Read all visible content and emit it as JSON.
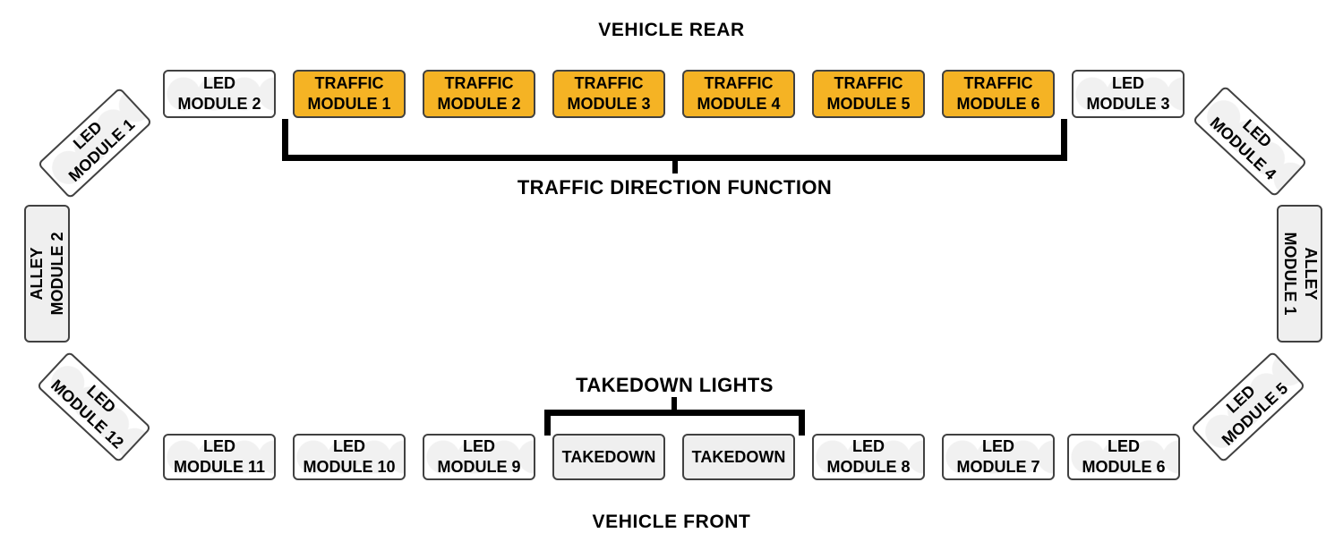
{
  "titles": {
    "rear": "VEHICLE REAR",
    "front": "VEHICLE FRONT"
  },
  "annotations": {
    "traffic_bracket_label": "TRAFFIC DIRECTION FUNCTION",
    "takedown_bracket_label": "TAKEDOWN LIGHTS"
  },
  "colors": {
    "traffic_fill": "#F5B324",
    "led_fill": "#FFFFFF",
    "gray_fill": "#EFEFEF",
    "lens": "#F1F1F1",
    "border": "#414141",
    "bracket": "#000000",
    "text": "#000000"
  },
  "modules": {
    "top_row": [
      {
        "line1": "LED",
        "line2": "MODULE 2",
        "type": "led"
      },
      {
        "line1": "TRAFFIC",
        "line2": "MODULE 1",
        "type": "traffic"
      },
      {
        "line1": "TRAFFIC",
        "line2": "MODULE 2",
        "type": "traffic"
      },
      {
        "line1": "TRAFFIC",
        "line2": "MODULE 3",
        "type": "traffic"
      },
      {
        "line1": "TRAFFIC",
        "line2": "MODULE 4",
        "type": "traffic"
      },
      {
        "line1": "TRAFFIC",
        "line2": "MODULE 5",
        "type": "traffic"
      },
      {
        "line1": "TRAFFIC",
        "line2": "MODULE 6",
        "type": "traffic"
      },
      {
        "line1": "LED",
        "line2": "MODULE 3",
        "type": "led"
      }
    ],
    "corners": {
      "top_left": {
        "line1": "LED",
        "line2": "MODULE 1"
      },
      "top_right": {
        "line1": "LED",
        "line2": "MODULE 4"
      },
      "bottom_left": {
        "line1": "LED",
        "line2": "MODULE 12"
      },
      "bottom_right": {
        "line1": "LED",
        "line2": "MODULE 5"
      }
    },
    "sides": {
      "left": {
        "line1": "ALLEY",
        "line2": "MODULE 2"
      },
      "right": {
        "line1": "ALLEY",
        "line2": "MODULE 1"
      }
    },
    "bottom_row": [
      {
        "line1": "LED",
        "line2": "MODULE 11",
        "type": "led"
      },
      {
        "line1": "LED",
        "line2": "MODULE 10",
        "type": "led"
      },
      {
        "line1": "LED",
        "line2": "MODULE 9",
        "type": "led"
      },
      {
        "line1": "TAKEDOWN",
        "type": "takedown"
      },
      {
        "line1": "TAKEDOWN",
        "type": "takedown"
      },
      {
        "line1": "LED",
        "line2": "MODULE 8",
        "type": "led"
      },
      {
        "line1": "LED",
        "line2": "MODULE 7",
        "type": "led"
      },
      {
        "line1": "LED",
        "line2": "MODULE 6",
        "type": "led"
      }
    ]
  }
}
